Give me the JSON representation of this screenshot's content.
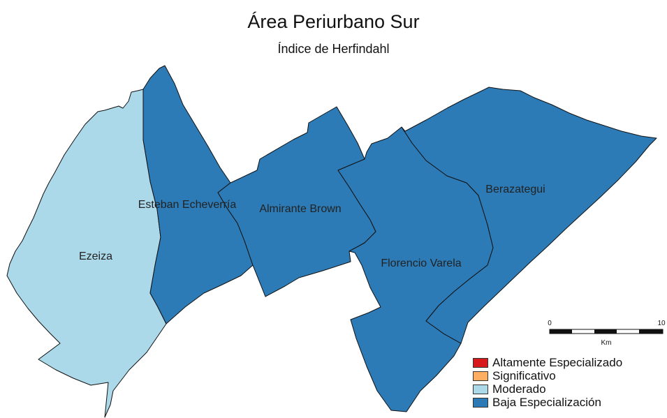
{
  "title": "Área Periurbano Sur",
  "subtitle": "Índice de Herfindahl",
  "districts": [
    {
      "name": "Ezeiza",
      "category": "Moderado"
    },
    {
      "name": "Esteban Echeverría",
      "category": "Baja Especialización"
    },
    {
      "name": "Almirante Brown",
      "category": "Baja Especialización"
    },
    {
      "name": "Florencio Varela",
      "category": "Baja Especialización"
    },
    {
      "name": "Berazategui",
      "category": "Baja Especialización"
    }
  ],
  "scale_bar": {
    "min": "0",
    "max": "10",
    "unit": "Km"
  },
  "legend": {
    "items": [
      {
        "label": "Altamente Especializado",
        "color": "#d7191c"
      },
      {
        "label": "Significativo",
        "color": "#fdae61"
      },
      {
        "label": "Moderado",
        "color": "#abd9e9"
      },
      {
        "label": "Baja Especialización",
        "color": "#2c7bb6"
      }
    ]
  }
}
